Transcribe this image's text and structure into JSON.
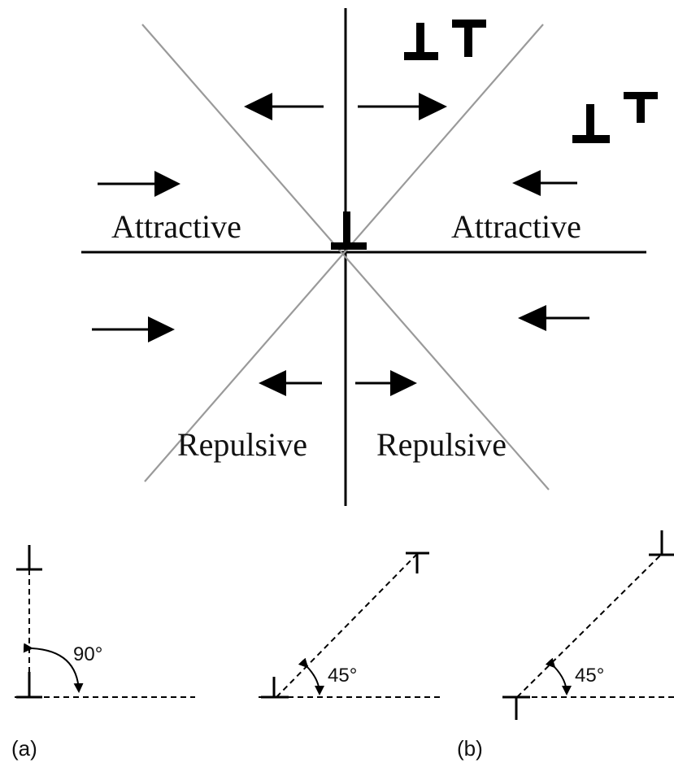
{
  "top_diagram": {
    "labels": {
      "attractive_left": "Attractive",
      "attractive_right": "Attractive",
      "repulsive_left": "Repulsive",
      "repulsive_right": "Repulsive"
    },
    "icons": [
      "dislocation-symbol-icon",
      "arrow-icon"
    ]
  },
  "bottom_diagram": {
    "angle_a": "90°",
    "angle_b1": "45°",
    "angle_b2": "45°",
    "panel_a": "(a)",
    "panel_b": "(b)"
  }
}
